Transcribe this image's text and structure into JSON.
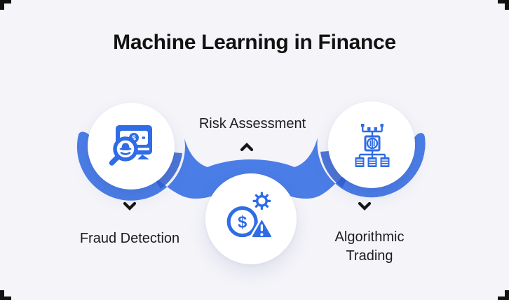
{
  "title": "Machine Learning in Finance",
  "diagram": {
    "nodes": [
      {
        "id": "fraud-detection",
        "label": "Fraud Detection",
        "icon": "fraud-detection-icon",
        "arrow": "down",
        "position": "left"
      },
      {
        "id": "risk-assessment",
        "label": "Risk Assessment",
        "icon": "risk-assessment-icon",
        "arrow": "up",
        "position": "center"
      },
      {
        "id": "algorithmic-trading",
        "label": "Algorithmic Trading",
        "icon": "algorithmic-trading-icon",
        "arrow": "down",
        "position": "right"
      }
    ],
    "currency_symbol": "$",
    "colors": {
      "background": "#f4f4f9",
      "ribbon": "#4b7de6",
      "ribbon_fold": "#2f5ed1",
      "icon_blue": "#2f6ce5",
      "node_fill": "#ffffff",
      "text": "#1c1c21",
      "crop_mark": "#121212"
    }
  }
}
